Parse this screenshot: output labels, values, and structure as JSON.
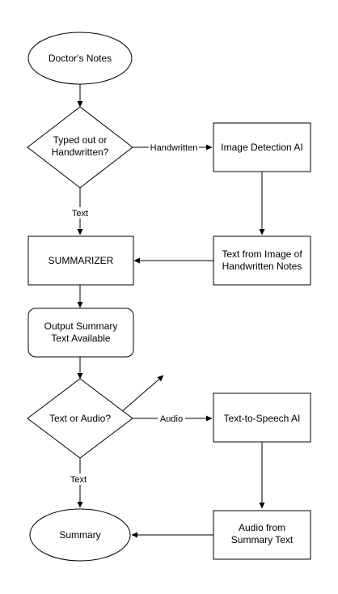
{
  "nodes": {
    "doctors_notes": "Doctor's Notes",
    "typed_or_handwritten": [
      "Typed out or",
      "Handwritten?"
    ],
    "image_detection": "Image Detection AI",
    "summarizer": "SUMMARIZER",
    "text_from_image": [
      "Text from Image of",
      "Handwritten Notes"
    ],
    "output_summary": [
      "Output Summary",
      "Text Available"
    ],
    "text_or_audio": "Text or Audio?",
    "tts": "Text-to-Speech AI",
    "summary": "Summary",
    "audio_from_summary": [
      "Audio from",
      "Summary Text"
    ]
  },
  "edges": {
    "handwritten": "Handwritten",
    "text_1": "Text",
    "audio": "Audio",
    "text_2": "Text"
  }
}
